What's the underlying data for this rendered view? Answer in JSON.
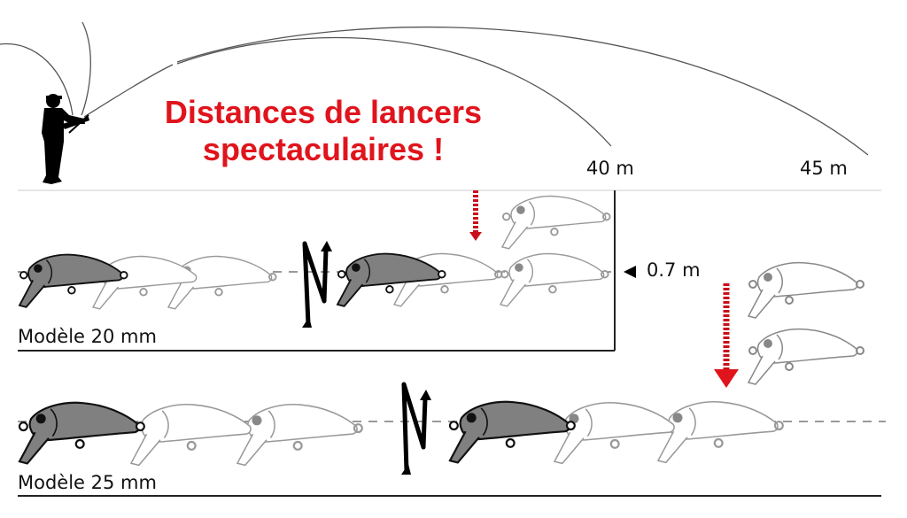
{
  "headline": {
    "line1": "Distances de lancers",
    "line2": "spectaculaires !",
    "color": "#e0141c"
  },
  "distances": [
    {
      "label": "40 m"
    },
    {
      "label": "45 m"
    }
  ],
  "depth": {
    "marker": "◀",
    "label": "0.7 m"
  },
  "models": [
    {
      "label": "Modèle 20 mm"
    },
    {
      "label": "Modèle 25 mm"
    }
  ],
  "colors": {
    "lure_fill": "#808080",
    "lure_outline": "#888888",
    "arrow_red": "#c8101a",
    "line": "#222222"
  },
  "icons": [
    "fisherman-silhouette-icon",
    "fishing-line-arc-icon",
    "lure-icon",
    "zigzag-action-arrow-icon",
    "dive-arrow-icon",
    "depth-marker-icon"
  ]
}
